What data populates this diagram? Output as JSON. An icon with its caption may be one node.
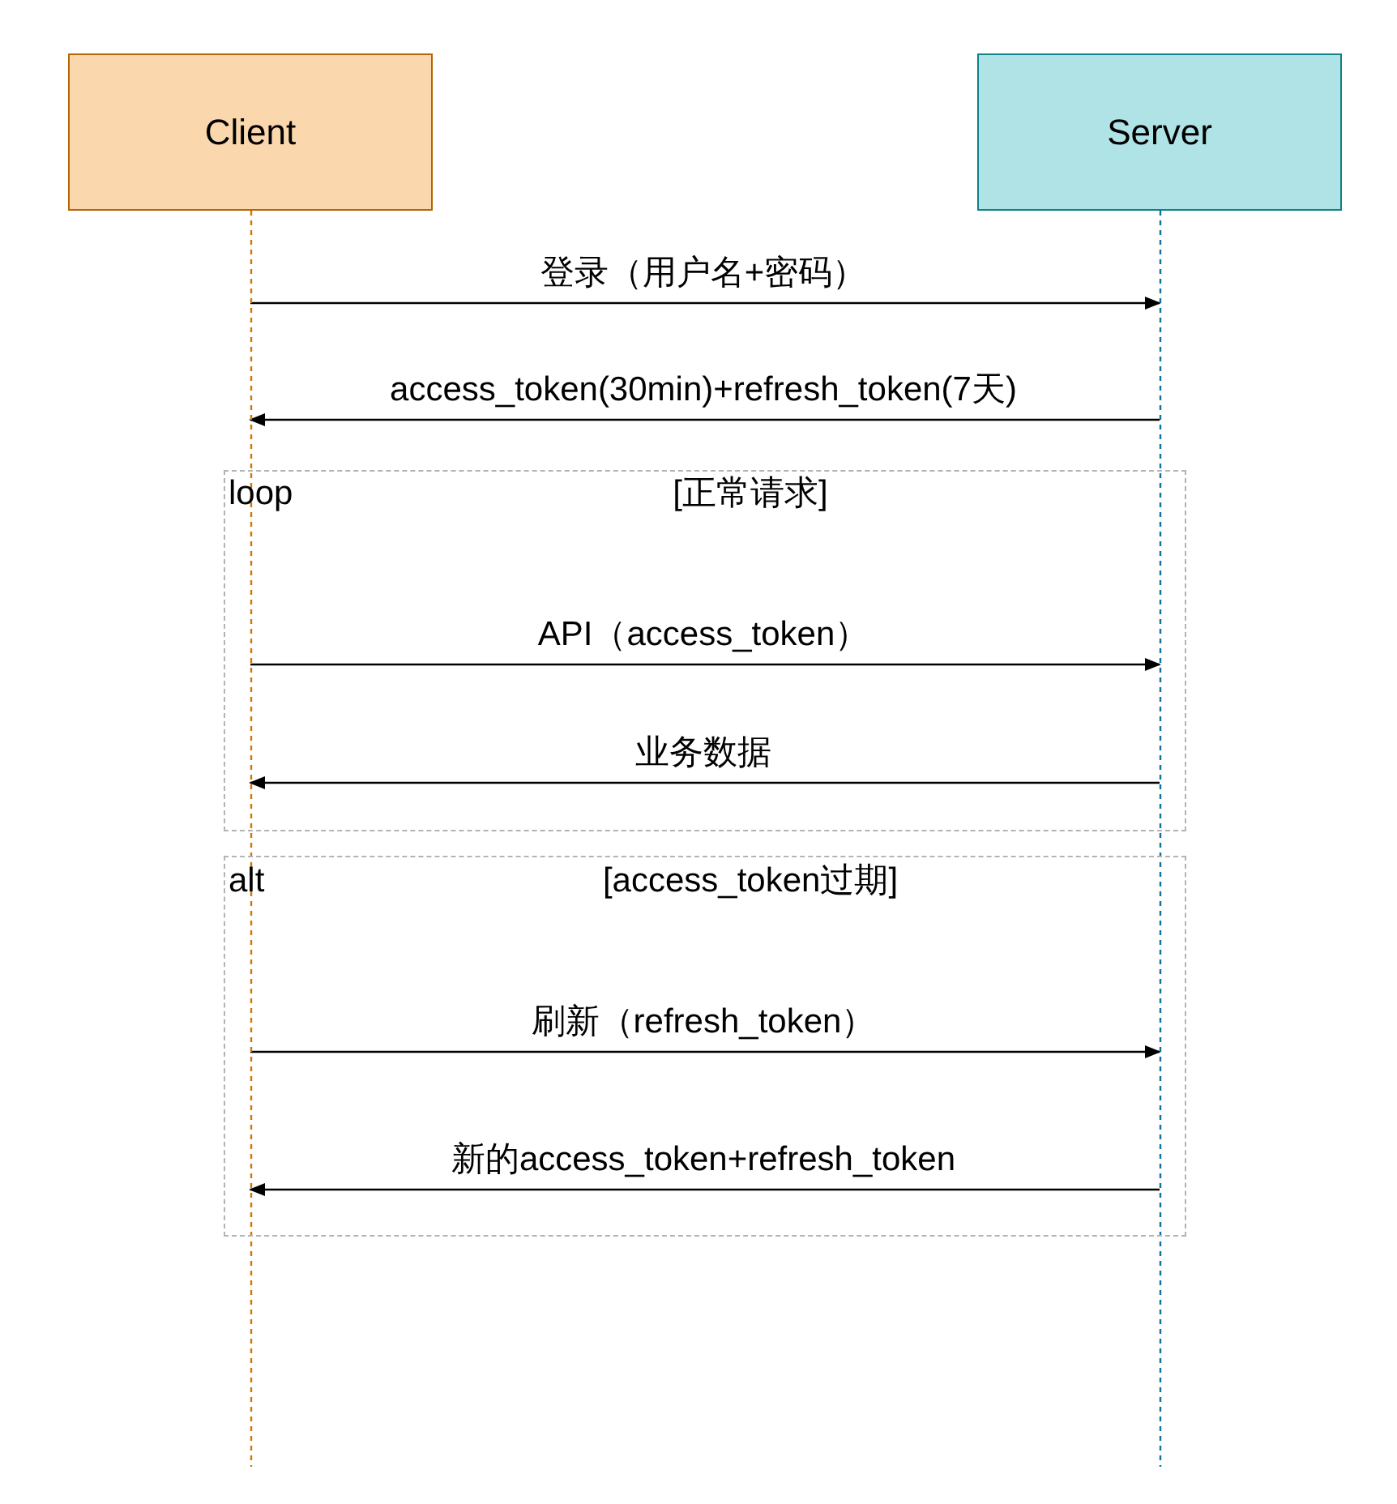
{
  "diagram": {
    "nodes": [
      {
        "text": [
          "Client"
        ]
      },
      {
        "text": [
          "Server"
        ]
      },
      {
        "text": [
          "loop",
          "[正常请求]"
        ]
      },
      {
        "text": [
          "alt",
          "[access_token过期]"
        ]
      }
    ],
    "edges": [
      {
        "from": 0,
        "to": 1,
        "arrow": "to",
        "label": "登录（用户名+密码）"
      },
      {
        "from": 1,
        "to": 0,
        "arrow": "to",
        "label": "access_token(30min)+refresh_token(7天)"
      },
      {
        "from": 0,
        "to": 1,
        "arrow": "to",
        "label": "API（access_token）"
      },
      {
        "from": 1,
        "to": 0,
        "arrow": "to",
        "label": "业务数据"
      },
      {
        "from": 0,
        "to": 1,
        "arrow": "to",
        "label": "刷新（refresh_token）"
      },
      {
        "from": 1,
        "to": 0,
        "arrow": "to",
        "label": "新的access_token+refresh_token"
      }
    ]
  }
}
